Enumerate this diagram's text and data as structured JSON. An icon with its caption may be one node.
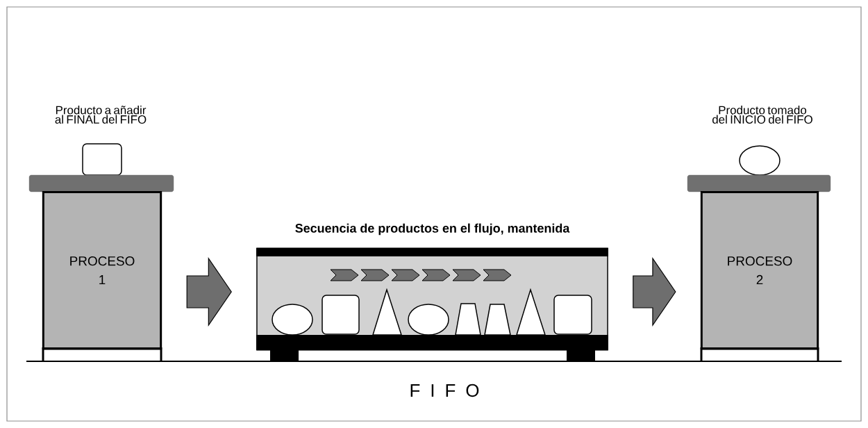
{
  "diagram": {
    "nodes": [
      {
        "text": [
          "PROCESO 1"
        ]
      },
      {
        "text": [
          "Secuencia de productos en el flujo, mantenida"
        ]
      },
      {
        "text": [
          "PROCESO 2"
        ]
      }
    ],
    "edges": [
      {
        "from": 0,
        "to": 1,
        "arrow": "to"
      },
      {
        "from": 1,
        "to": 2,
        "arrow": "to"
      }
    ],
    "labels": [
      "Producto a añadir al FINAL del FIFO",
      "Producto tomado del INICIO del FIFO",
      "F I F O"
    ]
  }
}
